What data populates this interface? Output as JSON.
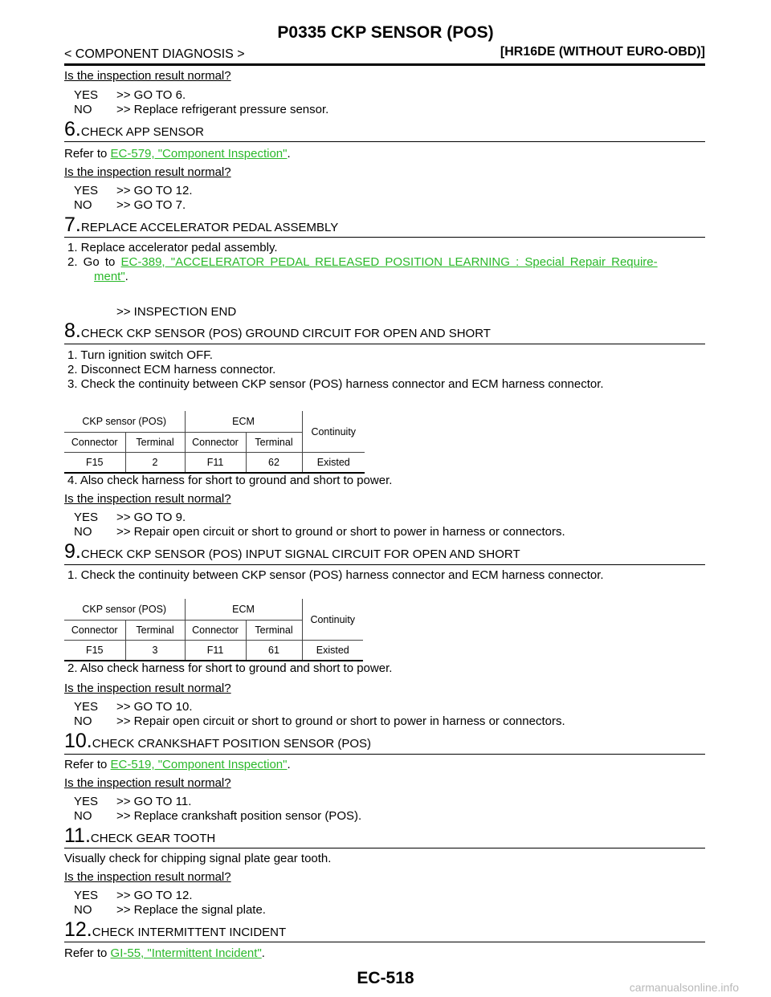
{
  "header": {
    "title": "P0335 CKP SENSOR (POS)",
    "section": "< COMPONENT DIAGNOSIS >",
    "model": "[HR16DE (WITHOUT EURO-OBD)]"
  },
  "question": "Is the inspection result normal?",
  "intro": {
    "yes_label": "YES",
    "yes": ">> GO TO 6.",
    "no_label": "NO",
    "no": ">> Replace refrigerant pressure sensor."
  },
  "s6": {
    "num": "6.",
    "title": "CHECK APP SENSOR",
    "refer_prefix": "Refer to ",
    "link": "EC-579, \"Component Inspection\"",
    "refer_suffix": ".",
    "yes_label": "YES",
    "yes": ">> GO TO 12.",
    "no_label": "NO",
    "no": ">> GO TO 7."
  },
  "s7": {
    "num": "7.",
    "title": "REPLACE ACCELERATOR PEDAL ASSEMBLY",
    "item1": "1. Replace accelerator pedal assembly.",
    "item2_prefix": "2. Go to ",
    "link_a": "EC-389, \"ACCELERATOR PEDAL RELEASED POSITION LEARNING : Special Repair Require-",
    "link_b": "ment\"",
    "item2_suffix": ".",
    "end": ">> INSPECTION END"
  },
  "s8": {
    "num": "8.",
    "title": "CHECK CKP SENSOR (POS) GROUND CIRCUIT FOR OPEN AND SHORT",
    "item1": "1. Turn ignition switch OFF.",
    "item2": "2. Disconnect ECM harness connector.",
    "item3": "3. Check the continuity between CKP sensor (POS) harness connector and ECM harness connector.",
    "table": {
      "h_sensor": "CKP sensor (POS)",
      "h_ecm": "ECM",
      "h_cont": "Continuity",
      "connector": "Connector",
      "terminal": "Terminal",
      "row": [
        "F15",
        "2",
        "F11",
        "62",
        "Existed"
      ]
    },
    "item4": "4. Also check harness for short to ground and short to power.",
    "yes_label": "YES",
    "yes": ">> GO TO 9.",
    "no_label": "NO",
    "no": ">> Repair open circuit or short to ground or short to power in harness or connectors."
  },
  "s9": {
    "num": "9.",
    "title": "CHECK CKP SENSOR (POS) INPUT SIGNAL CIRCUIT FOR OPEN AND SHORT",
    "item1": "1. Check the continuity between CKP sensor (POS) harness connector and ECM harness connector.",
    "table": {
      "h_sensor": "CKP sensor (POS)",
      "h_ecm": "ECM",
      "h_cont": "Continuity",
      "connector": "Connector",
      "terminal": "Terminal",
      "row": [
        "F15",
        "3",
        "F11",
        "61",
        "Existed"
      ]
    },
    "item2": "2. Also check harness for short to ground and short to power.",
    "yes_label": "YES",
    "yes": ">> GO TO 10.",
    "no_label": "NO",
    "no": ">> Repair open circuit or short to ground or short to power in harness or connectors."
  },
  "s10": {
    "num": "10.",
    "title": "CHECK CRANKSHAFT POSITION SENSOR (POS)",
    "refer_prefix": "Refer to ",
    "link": "EC-519, \"Component Inspection\"",
    "refer_suffix": ".",
    "yes_label": "YES",
    "yes": ">> GO TO 11.",
    "no_label": "NO",
    "no": ">> Replace crankshaft position sensor (POS)."
  },
  "s11": {
    "num": "11.",
    "title": "CHECK GEAR TOOTH",
    "text": "Visually check for chipping signal plate gear tooth.",
    "yes_label": "YES",
    "yes": ">> GO TO 12.",
    "no_label": "NO",
    "no": ">> Replace the signal plate."
  },
  "s12": {
    "num": "12.",
    "title": "CHECK INTERMITTENT INCIDENT",
    "refer_prefix": "Refer to ",
    "link": "GI-55, \"Intermittent Incident\"",
    "refer_suffix": "."
  },
  "footer": {
    "page": "EC-518",
    "watermark": "carmanualsonline.info"
  }
}
